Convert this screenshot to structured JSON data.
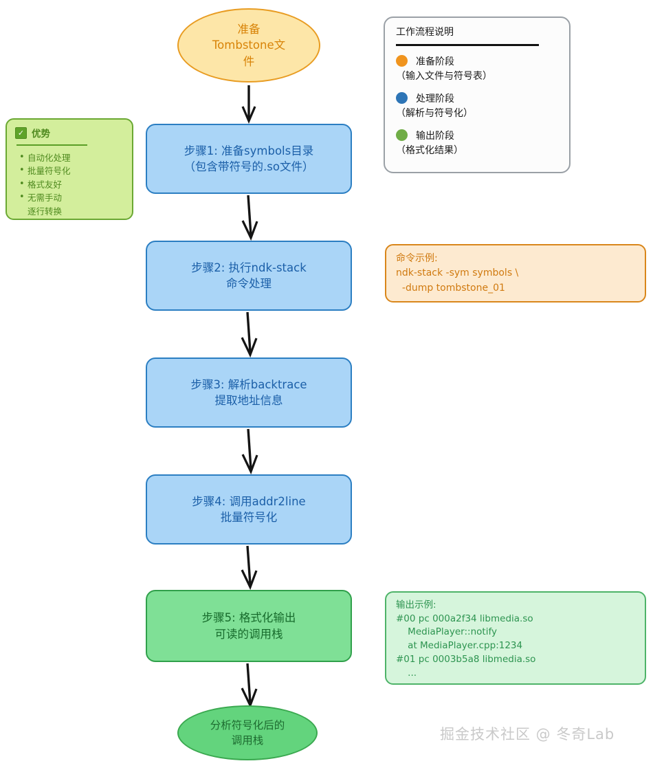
{
  "flow": {
    "start": {
      "name": "start-node",
      "lines": [
        "准备",
        "Tombstone文",
        "件"
      ],
      "fill": "#fde6a8",
      "stroke": "#e89c22"
    },
    "steps": [
      {
        "id": "step-1",
        "lines": [
          "步骤1: 准备symbols目录",
          "（包含带符号的.so文件）"
        ],
        "phase": "blue",
        "fill": "#aad5f7",
        "stroke": "#2b7ec2"
      },
      {
        "id": "step-2",
        "lines": [
          "步骤2: 执行ndk-stack",
          "命令处理"
        ],
        "phase": "blue",
        "fill": "#aad5f7",
        "stroke": "#2b7ec2"
      },
      {
        "id": "step-3",
        "lines": [
          "步骤3: 解析backtrace",
          "提取地址信息"
        ],
        "phase": "blue",
        "fill": "#aad5f7",
        "stroke": "#2b7ec2"
      },
      {
        "id": "step-4",
        "lines": [
          "步骤4: 调用addr2line",
          "批量符号化"
        ],
        "phase": "blue",
        "fill": "#aad5f7",
        "stroke": "#2b7ec2"
      },
      {
        "id": "step-5",
        "lines": [
          "步骤5: 格式化输出",
          "可读的调用栈"
        ],
        "phase": "green",
        "fill": "#7fe096",
        "stroke": "#30a04b"
      }
    ],
    "end": {
      "name": "end-node",
      "lines": [
        "分析符号化后的",
        "调用栈"
      ],
      "fill": "#63d47d",
      "stroke": "#3aa84f"
    }
  },
  "advantages": {
    "icon": "check-box-icon",
    "title": "优势",
    "items": [
      "自动化处理",
      "批量符号化",
      "格式友好",
      "无需手动"
    ],
    "continuation": "逐行转换",
    "fill": "#d3ee9c",
    "stroke": "#6aa832"
  },
  "legend": {
    "title": "工作流程说明",
    "items": [
      {
        "color": "#f0941e",
        "label": "准备阶段",
        "sub": "（输入文件与符号表）"
      },
      {
        "color": "#2e75b6",
        "label": "处理阶段",
        "sub": "（解析与符号化）"
      },
      {
        "color": "#70ad47",
        "label": "输出阶段",
        "sub": "（格式化结果）"
      }
    ]
  },
  "command_example": {
    "text": "命令示例:\nndk-stack -sym symbols \\\n  -dump tombstone_01",
    "fill": "#fdead0",
    "stroke": "#d9861a",
    "color": "#d07a10"
  },
  "output_example": {
    "text": "输出示例:\n#00 pc 000a2f34 libmedia.so\n    MediaPlayer::notify\n    at MediaPlayer.cpp:1234\n#01 pc 0003b5a8 libmedia.so\n    ...",
    "fill": "#d6f5dc",
    "stroke": "#4db368",
    "color": "#2d9450"
  },
  "watermark": {
    "text": "掘金技术社区 @ 冬奇Lab"
  }
}
